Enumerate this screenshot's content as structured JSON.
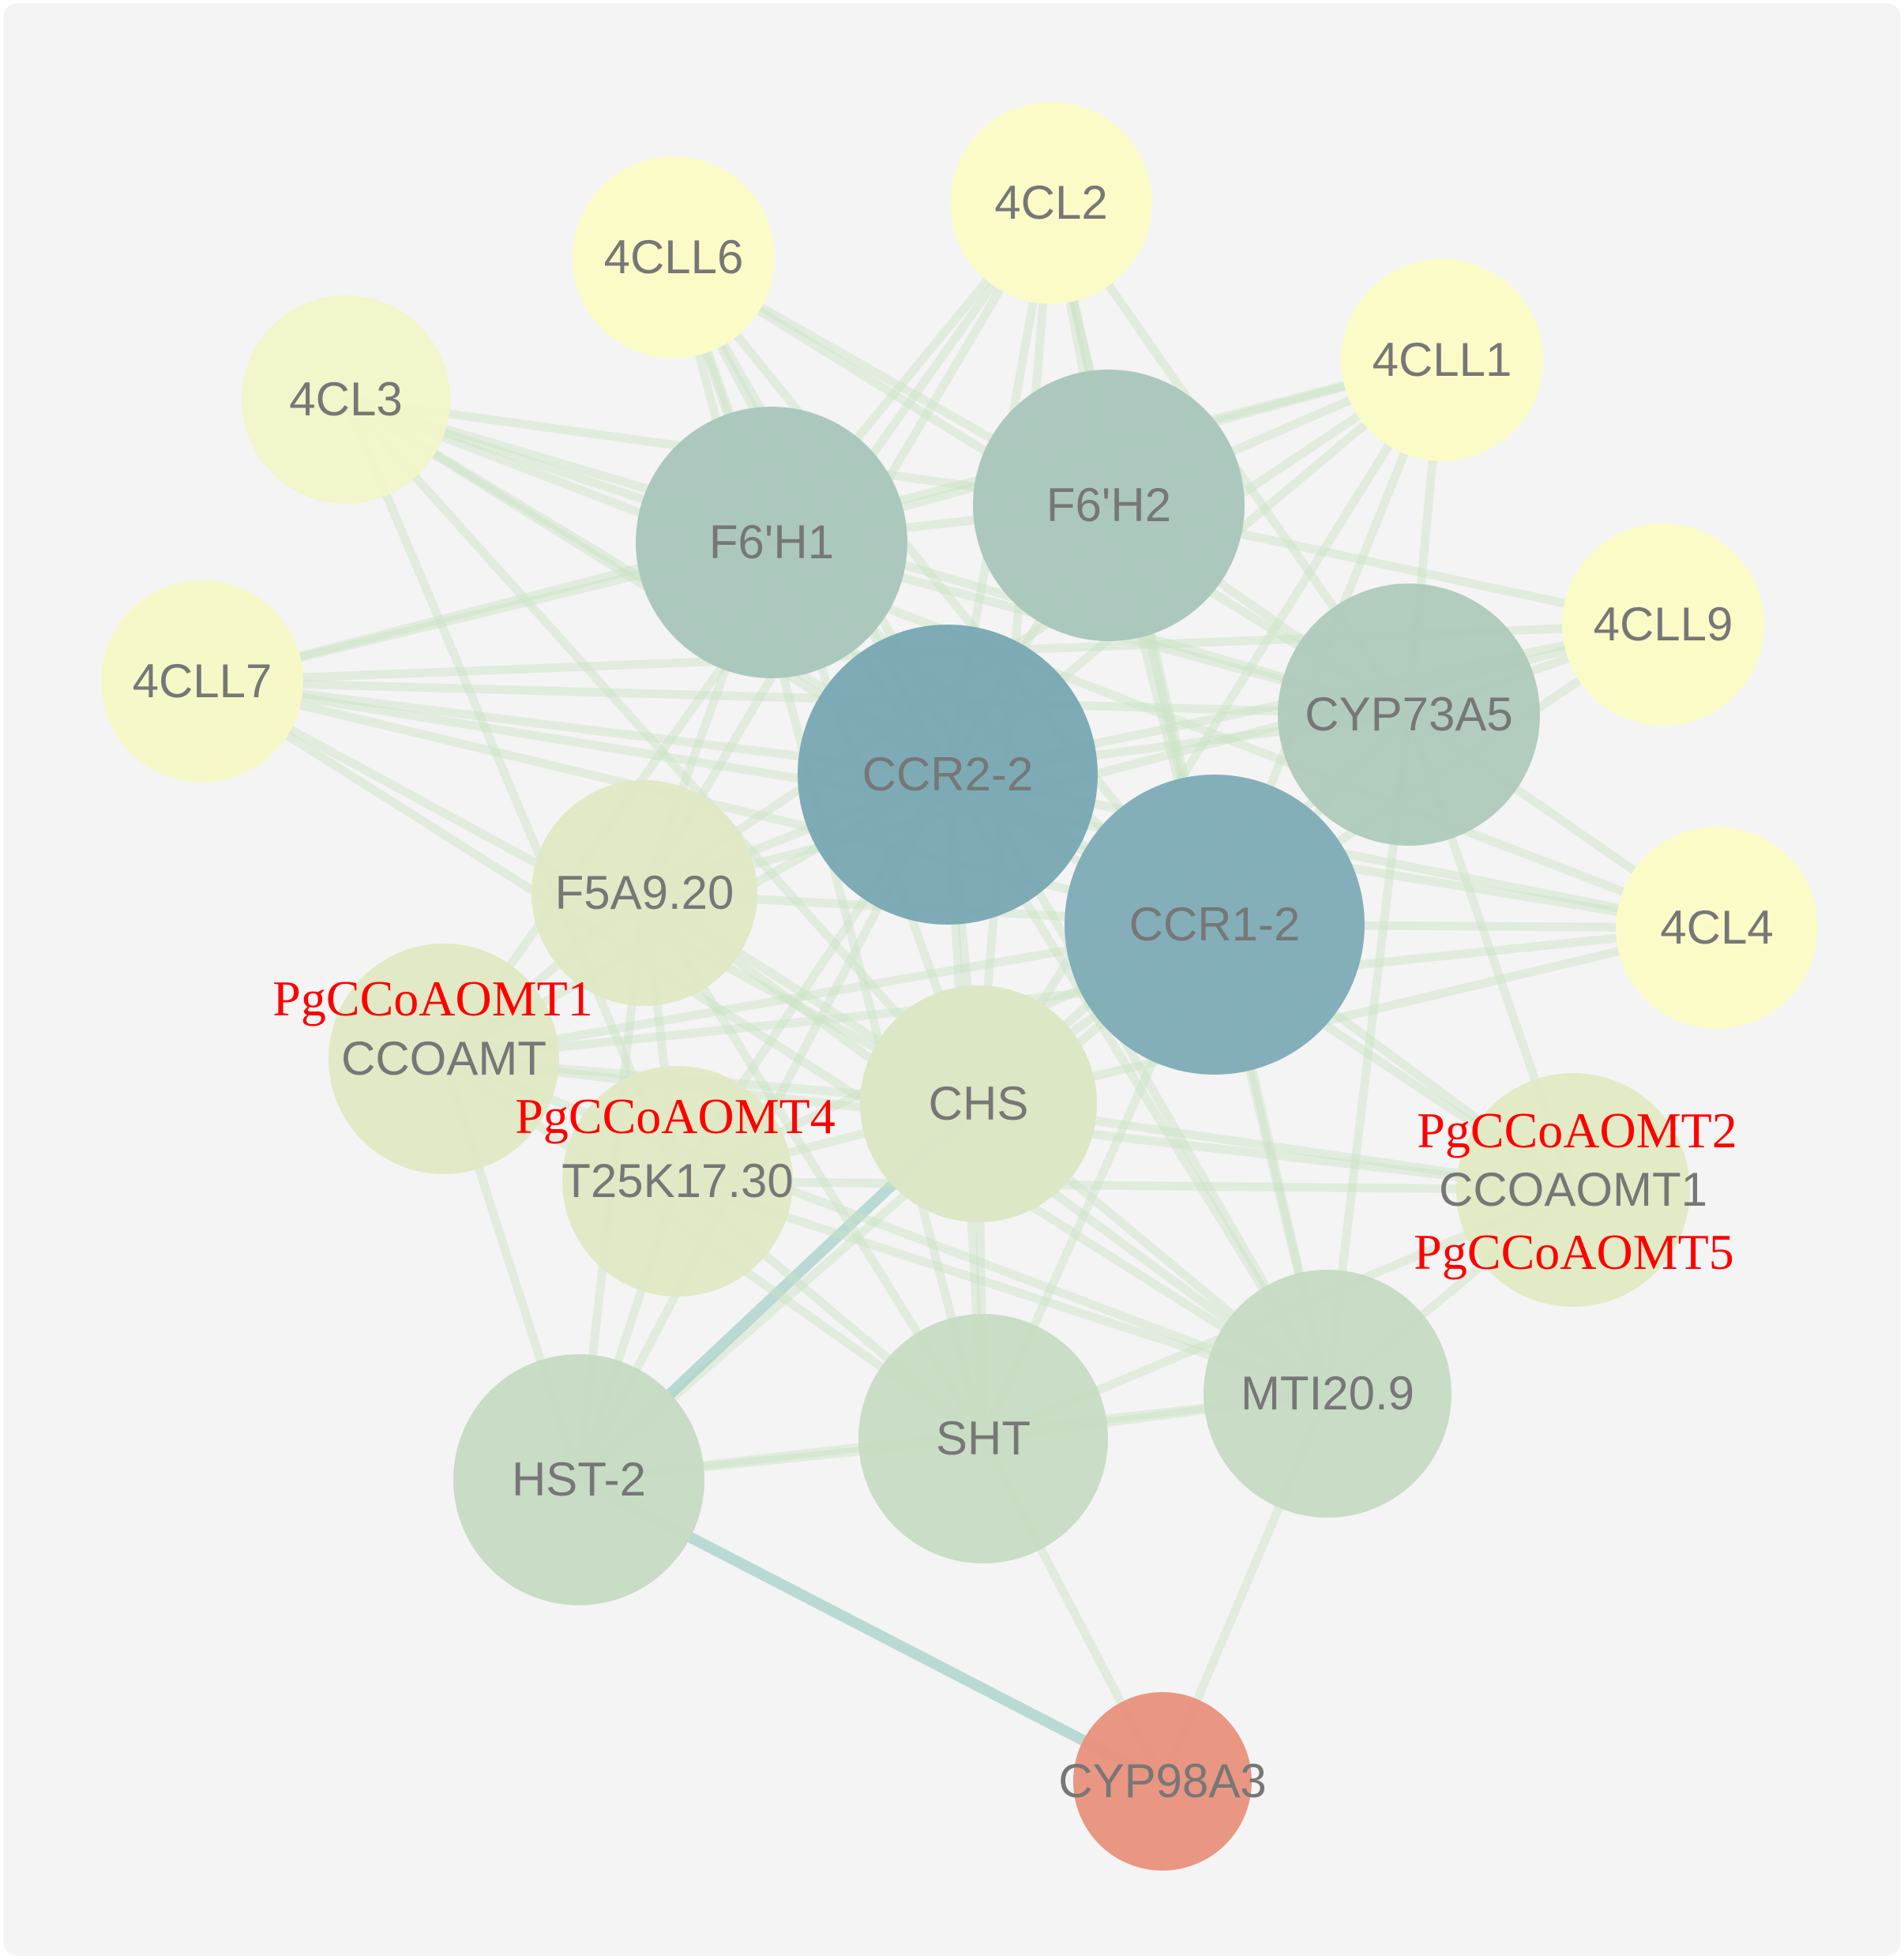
{
  "colors": {
    "background": "#f4f4f4",
    "edge": "#c9e3c3",
    "edge_strong": "#9fcfc6",
    "label": "#777777",
    "annotation": "#ff0000"
  },
  "nodes": [
    {
      "id": "4CL2",
      "label": "4CL2",
      "color": "#fbfbc6"
    },
    {
      "id": "4CLL6",
      "label": "4CLL6",
      "color": "#fbfbc6"
    },
    {
      "id": "4CLL1",
      "label": "4CLL1",
      "color": "#fbfbc6"
    },
    {
      "id": "4CL3",
      "label": "4CL3",
      "color": "#f3f5c8"
    },
    {
      "id": "4CLL9",
      "label": "4CLL9",
      "color": "#fbfbc6"
    },
    {
      "id": "4CLL7",
      "label": "4CLL7",
      "color": "#f7f8c6"
    },
    {
      "id": "4CL4",
      "label": "4CL4",
      "color": "#fbfbc6"
    },
    {
      "id": "F6H1",
      "label": "F6'H1",
      "color": "#a9c6bc"
    },
    {
      "id": "F6H2",
      "label": "F6'H2",
      "color": "#a9c6bc"
    },
    {
      "id": "CYP73A5",
      "label": "CYP73A5",
      "color": "#b0cabb"
    },
    {
      "id": "CCR2-2",
      "label": "CCR2-2",
      "color": "#7aa8b4"
    },
    {
      "id": "CCR1-2",
      "label": "CCR1-2",
      "color": "#80acb8"
    },
    {
      "id": "F5A9.20",
      "label": "F5A9.20",
      "color": "#e0e8c4"
    },
    {
      "id": "CCOAMT",
      "label": "CCOAMT",
      "color": "#e0e8c4"
    },
    {
      "id": "T25K17.30",
      "label": "T25K17.30",
      "color": "#e0e8c4"
    },
    {
      "id": "CHS",
      "label": "CHS",
      "color": "#dbe6c4"
    },
    {
      "id": "CCOAOMT1",
      "label": "CCOAOMT1",
      "color": "#e1e9c4"
    },
    {
      "id": "HST-2",
      "label": "HST-2",
      "color": "#c7dbc4"
    },
    {
      "id": "SHT",
      "label": "SHT",
      "color": "#c8dcc4"
    },
    {
      "id": "MTI20.9",
      "label": "MTI20.9",
      "color": "#c7dbc4"
    },
    {
      "id": "CYP98A3",
      "label": "CYP98A3",
      "color": "#e8937e"
    }
  ],
  "edges": [
    [
      "CCR2-2",
      "CCR1-2"
    ],
    [
      "CCR2-2",
      "F6H1"
    ],
    [
      "CCR2-2",
      "F6H2"
    ],
    [
      "CCR2-2",
      "CYP73A5"
    ],
    [
      "CCR2-2",
      "CHS"
    ],
    [
      "CCR2-2",
      "F5A9.20"
    ],
    [
      "CCR2-2",
      "CCOAMT"
    ],
    [
      "CCR2-2",
      "T25K17.30"
    ],
    [
      "CCR2-2",
      "HST-2"
    ],
    [
      "CCR2-2",
      "SHT"
    ],
    [
      "CCR2-2",
      "MTI20.9"
    ],
    [
      "CCR2-2",
      "CCOAOMT1"
    ],
    [
      "CCR2-2",
      "4CL2"
    ],
    [
      "CCR2-2",
      "4CLL6"
    ],
    [
      "CCR2-2",
      "4CLL1"
    ],
    [
      "CCR2-2",
      "4CL3"
    ],
    [
      "CCR2-2",
      "4CLL9"
    ],
    [
      "CCR2-2",
      "4CLL7"
    ],
    [
      "CCR2-2",
      "4CL4"
    ],
    [
      "CCR1-2",
      "F6H1"
    ],
    [
      "CCR1-2",
      "F6H2"
    ],
    [
      "CCR1-2",
      "CYP73A5"
    ],
    [
      "CCR1-2",
      "CHS"
    ],
    [
      "CCR1-2",
      "F5A9.20"
    ],
    [
      "CCR1-2",
      "CCOAMT"
    ],
    [
      "CCR1-2",
      "T25K17.30"
    ],
    [
      "CCR1-2",
      "HST-2"
    ],
    [
      "CCR1-2",
      "SHT"
    ],
    [
      "CCR1-2",
      "MTI20.9"
    ],
    [
      "CCR1-2",
      "CCOAOMT1"
    ],
    [
      "CCR1-2",
      "4CL2"
    ],
    [
      "CCR1-2",
      "4CLL6"
    ],
    [
      "CCR1-2",
      "4CLL1"
    ],
    [
      "CCR1-2",
      "4CL3"
    ],
    [
      "CCR1-2",
      "4CLL9"
    ],
    [
      "CCR1-2",
      "4CLL7"
    ],
    [
      "CCR1-2",
      "4CL4"
    ],
    [
      "F6H1",
      "F6H2"
    ],
    [
      "F6H1",
      "4CL3"
    ],
    [
      "F6H1",
      "4CLL6"
    ],
    [
      "F6H1",
      "4CL2"
    ],
    [
      "F6H1",
      "4CLL7"
    ],
    [
      "F6H1",
      "4CLL1"
    ],
    [
      "F6H1",
      "CYP73A5"
    ],
    [
      "F6H1",
      "F5A9.20"
    ],
    [
      "F6H2",
      "4CL2"
    ],
    [
      "F6H2",
      "4CLL1"
    ],
    [
      "F6H2",
      "4CLL6"
    ],
    [
      "F6H2",
      "4CL3"
    ],
    [
      "F6H2",
      "4CLL9"
    ],
    [
      "F6H2",
      "CYP73A5"
    ],
    [
      "CYP73A5",
      "4CLL1"
    ],
    [
      "CYP73A5",
      "4CLL9"
    ],
    [
      "CYP73A5",
      "4CL4"
    ],
    [
      "CYP73A5",
      "4CL2"
    ],
    [
      "CYP73A5",
      "4CL3"
    ],
    [
      "CYP73A5",
      "4CLL7"
    ],
    [
      "CYP73A5",
      "4CLL6"
    ],
    [
      "CYP73A5",
      "CHS"
    ],
    [
      "CYP73A5",
      "MTI20.9"
    ],
    [
      "CYP73A5",
      "CCOAOMT1"
    ],
    [
      "4CL3",
      "CHS"
    ],
    [
      "4CL3",
      "4CL4"
    ],
    [
      "4CL3",
      "T25K17.30"
    ],
    [
      "4CLL7",
      "4CL4"
    ],
    [
      "4CLL7",
      "CHS"
    ],
    [
      "4CLL7",
      "MTI20.9"
    ],
    [
      "4CLL6",
      "CHS"
    ],
    [
      "4CLL6",
      "MTI20.9"
    ],
    [
      "4CLL6",
      "SHT"
    ],
    [
      "4CLL1",
      "CHS"
    ],
    [
      "4CLL1",
      "F5A9.20"
    ],
    [
      "4CLL1",
      "4CLL7"
    ],
    [
      "4CL2",
      "CHS"
    ],
    [
      "4CL2",
      "F5A9.20"
    ],
    [
      "4CL2",
      "CCOAMT"
    ],
    [
      "4CL2",
      "MTI20.9"
    ],
    [
      "4CL4",
      "CHS"
    ],
    [
      "4CL4",
      "CCOAMT"
    ],
    [
      "4CLL9",
      "4CLL7"
    ],
    [
      "4CLL9",
      "F5A9.20"
    ],
    [
      "CHS",
      "SHT"
    ],
    [
      "CHS",
      "HST-2"
    ],
    [
      "CHS",
      "MTI20.9"
    ],
    [
      "CHS",
      "F5A9.20"
    ],
    [
      "CHS",
      "CCOAMT"
    ],
    [
      "CHS",
      "T25K17.30"
    ],
    [
      "CHS",
      "CCOAOMT1"
    ],
    [
      "F5A9.20",
      "HST-2"
    ],
    [
      "F5A9.20",
      "T25K17.30"
    ],
    [
      "F5A9.20",
      "CCOAMT"
    ],
    [
      "F5A9.20",
      "MTI20.9"
    ],
    [
      "F5A9.20",
      "SHT"
    ],
    [
      "CCOAMT",
      "HST-2"
    ],
    [
      "CCOAMT",
      "MTI20.9"
    ],
    [
      "CCOAMT",
      "CCOAOMT1"
    ],
    [
      "CCOAMT",
      "SHT"
    ],
    [
      "T25K17.30",
      "HST-2"
    ],
    [
      "T25K17.30",
      "SHT"
    ],
    [
      "T25K17.30",
      "MTI20.9"
    ],
    [
      "T25K17.30",
      "CCOAOMT1"
    ],
    [
      "HST-2",
      "SHT"
    ],
    [
      "HST-2",
      "MTI20.9"
    ],
    [
      "HST-2",
      "CYP98A3"
    ],
    [
      "SHT",
      "MTI20.9"
    ],
    [
      "SHT",
      "CYP98A3"
    ],
    [
      "MTI20.9",
      "CYP98A3"
    ],
    [
      "MTI20.9",
      "CCOAOMT1"
    ],
    [
      "SHT",
      "CCOAOMT1"
    ]
  ],
  "strong_edges": [
    [
      "HST-2",
      "CYP98A3"
    ],
    [
      "HST-2",
      "CHS"
    ]
  ],
  "annotations": [
    {
      "text": "PgCCoAOMT1",
      "node": "CCOAMT"
    },
    {
      "text": "PgCCoAOMT4",
      "node": "T25K17.30"
    },
    {
      "text": "PgCCoAOMT2",
      "node": "CCOAOMT1"
    },
    {
      "text": "PgCCoAOMT5",
      "node": "CCOAOMT1"
    }
  ]
}
